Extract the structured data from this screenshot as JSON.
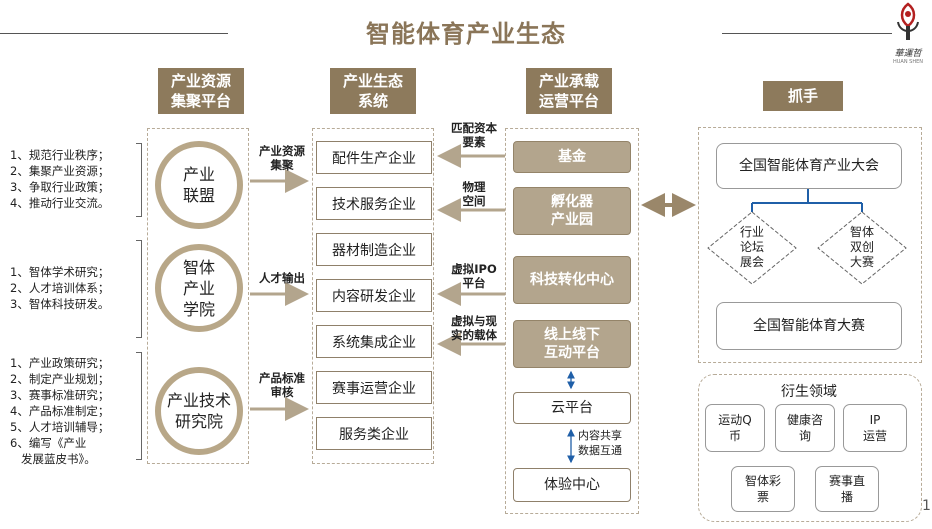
{
  "title": "智能体育产业生态",
  "logo": {
    "text": "華運哲",
    "subtext": "HUAN SHEN"
  },
  "columns": {
    "resources": {
      "header": [
        "产业资源",
        "集聚平台"
      ]
    },
    "ecosystem": {
      "header": [
        "产业生态",
        "系统"
      ]
    },
    "operations": {
      "header": [
        "产业承载",
        "运营平台"
      ]
    },
    "grip": {
      "header": "抓手"
    }
  },
  "circles": [
    {
      "lines": [
        "产业",
        "联盟"
      ],
      "items": [
        "1、规范行业秩序；",
        "2、集聚产业资源；",
        "3、争取行业政策；",
        "4、推动行业交流。"
      ]
    },
    {
      "lines": [
        "智体",
        "产业",
        "学院"
      ],
      "items": [
        "1、智体学术研究；",
        "2、人才培训体系；",
        "3、智体科技研发。"
      ]
    },
    {
      "lines": [
        "产业技术",
        "研究院"
      ],
      "items": [
        "1、产业政策研究；",
        "2、制定产业规划；",
        "3、赛事标准研究；",
        "4、产品标准制定；",
        "5、人才培训辅导；",
        "6、编写《产业",
        "   发展蓝皮书》。"
      ]
    }
  ],
  "left_arrows": [
    {
      "lines": [
        "产业资源",
        "集聚"
      ]
    },
    {
      "lines": [
        "人才输出"
      ]
    },
    {
      "lines": [
        "产品标准",
        "审核"
      ]
    }
  ],
  "enterprises": [
    "配件生产企业",
    "技术服务企业",
    "器材制造企业",
    "内容研发企业",
    "系统集成企业",
    "赛事运营企业",
    "服务类企业"
  ],
  "mid_arrows": [
    {
      "lines": [
        "匹配资本",
        "要素"
      ]
    },
    {
      "lines": [
        "物理",
        "空间"
      ]
    },
    {
      "lines": [
        "虚拟IPO",
        "平台"
      ]
    },
    {
      "lines": [
        "虚拟与现",
        "实的载体"
      ]
    }
  ],
  "operations": [
    {
      "lines": [
        "基金"
      ]
    },
    {
      "lines": [
        "孵化器",
        "产业园"
      ]
    },
    {
      "lines": [
        "科技转化中心"
      ]
    },
    {
      "lines": [
        "线上线下",
        "互动平台"
      ]
    },
    {
      "lines": [
        "云平台"
      ]
    },
    {
      "lines": [
        "体验中心"
      ]
    }
  ],
  "data_share": [
    "内容共享",
    "数据互通"
  ],
  "grip": {
    "conference": "全国智能体育产业大会",
    "forum": [
      "行业",
      "论坛",
      "展会"
    ],
    "contest": [
      "智体",
      "双创",
      "大赛"
    ],
    "competition": "全国智能体育大赛"
  },
  "derivative": {
    "title": "衍生领域",
    "items": [
      {
        "lines": [
          "运动Q",
          "币"
        ]
      },
      {
        "lines": [
          "健康咨",
          "询"
        ]
      },
      {
        "lines": [
          "IP",
          "运营"
        ]
      },
      {
        "lines": [
          "智体彩",
          "票"
        ]
      },
      {
        "lines": [
          "赛事直",
          "播"
        ]
      }
    ]
  },
  "page_number": "1",
  "colors": {
    "accent": "#8d7a5c",
    "box_fill": "#b3a58d",
    "circle": "#b8a788",
    "link": "#1f5fa8"
  }
}
